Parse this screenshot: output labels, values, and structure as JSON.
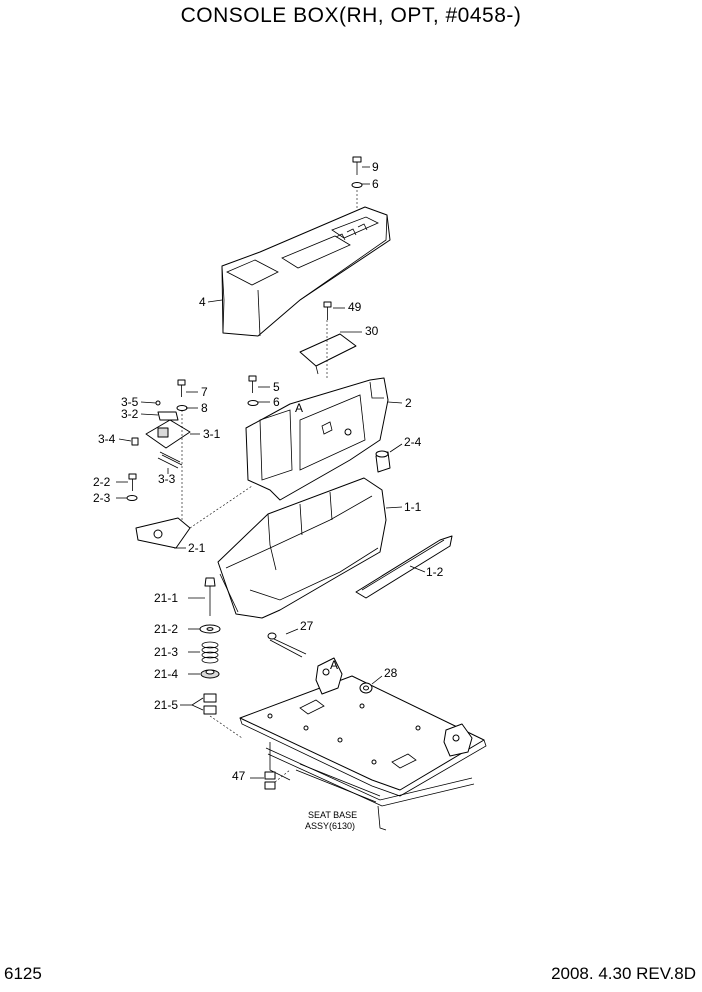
{
  "header": {
    "title": "CONSOLE BOX(RH, OPT, #0458-)"
  },
  "footer": {
    "page_code": "6125",
    "date_rev": "2008.  4.30  REV.8D"
  },
  "callouts": {
    "c9": "9",
    "c6a": "6",
    "c4": "4",
    "c49": "49",
    "c30": "30",
    "c7": "7",
    "c8": "8",
    "c5": "5",
    "c6b": "6",
    "c2": "2",
    "cA1": "A",
    "c3_5": "3-5",
    "c3_2": "3-2",
    "c3_1": "3-1",
    "c3_4": "3-4",
    "c3_3": "3-3",
    "c2_4": "2-4",
    "c2_2": "2-2",
    "c2_3": "2-3",
    "c1_1": "1-1",
    "c2_1": "2-1",
    "c1_2": "1-2",
    "c21_1": "21-1",
    "c27": "27",
    "c21_2": "21-2",
    "c21_3": "21-3",
    "cA2": "A",
    "c21_4": "21-4",
    "c28": "28",
    "c21_5": "21-5",
    "c47": "47"
  },
  "seat_base_note": {
    "line1": "SEAT BASE",
    "line2": "ASSY(6130)"
  }
}
